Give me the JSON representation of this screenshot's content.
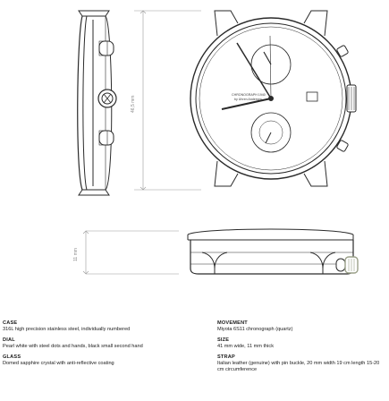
{
  "dimensions": {
    "height_label": "46,5 mm",
    "thickness_label": "11 mm"
  },
  "dial_text": {
    "line1": "CHRONOGRAPH 1940",
    "line2": "by Uhren Andersen"
  },
  "specs_left": [
    {
      "heading": "CASE",
      "text": "316L high precision stainless steel, individually numbered"
    },
    {
      "heading": "DIAL",
      "text": "Pearl white with steel dots and hands, black small second hand"
    },
    {
      "heading": "GLASS",
      "text": "Domed sapphire crystal with anti-reflective coating"
    }
  ],
  "specs_right": [
    {
      "heading": "MOVEMENT",
      "text": "Miyota 6S11 chronograph (quartz)"
    },
    {
      "heading": "SIZE",
      "text": "41 mm wide, 11 mm thick"
    },
    {
      "heading": "STRAP",
      "text": "Italian leather (genuine) with pin buckle, 20 mm width 19 cm length 15-20 cm circumference"
    }
  ],
  "colors": {
    "line": "#2a2a2a",
    "dim": "#9a9a9a",
    "crown": "#9aa088"
  }
}
